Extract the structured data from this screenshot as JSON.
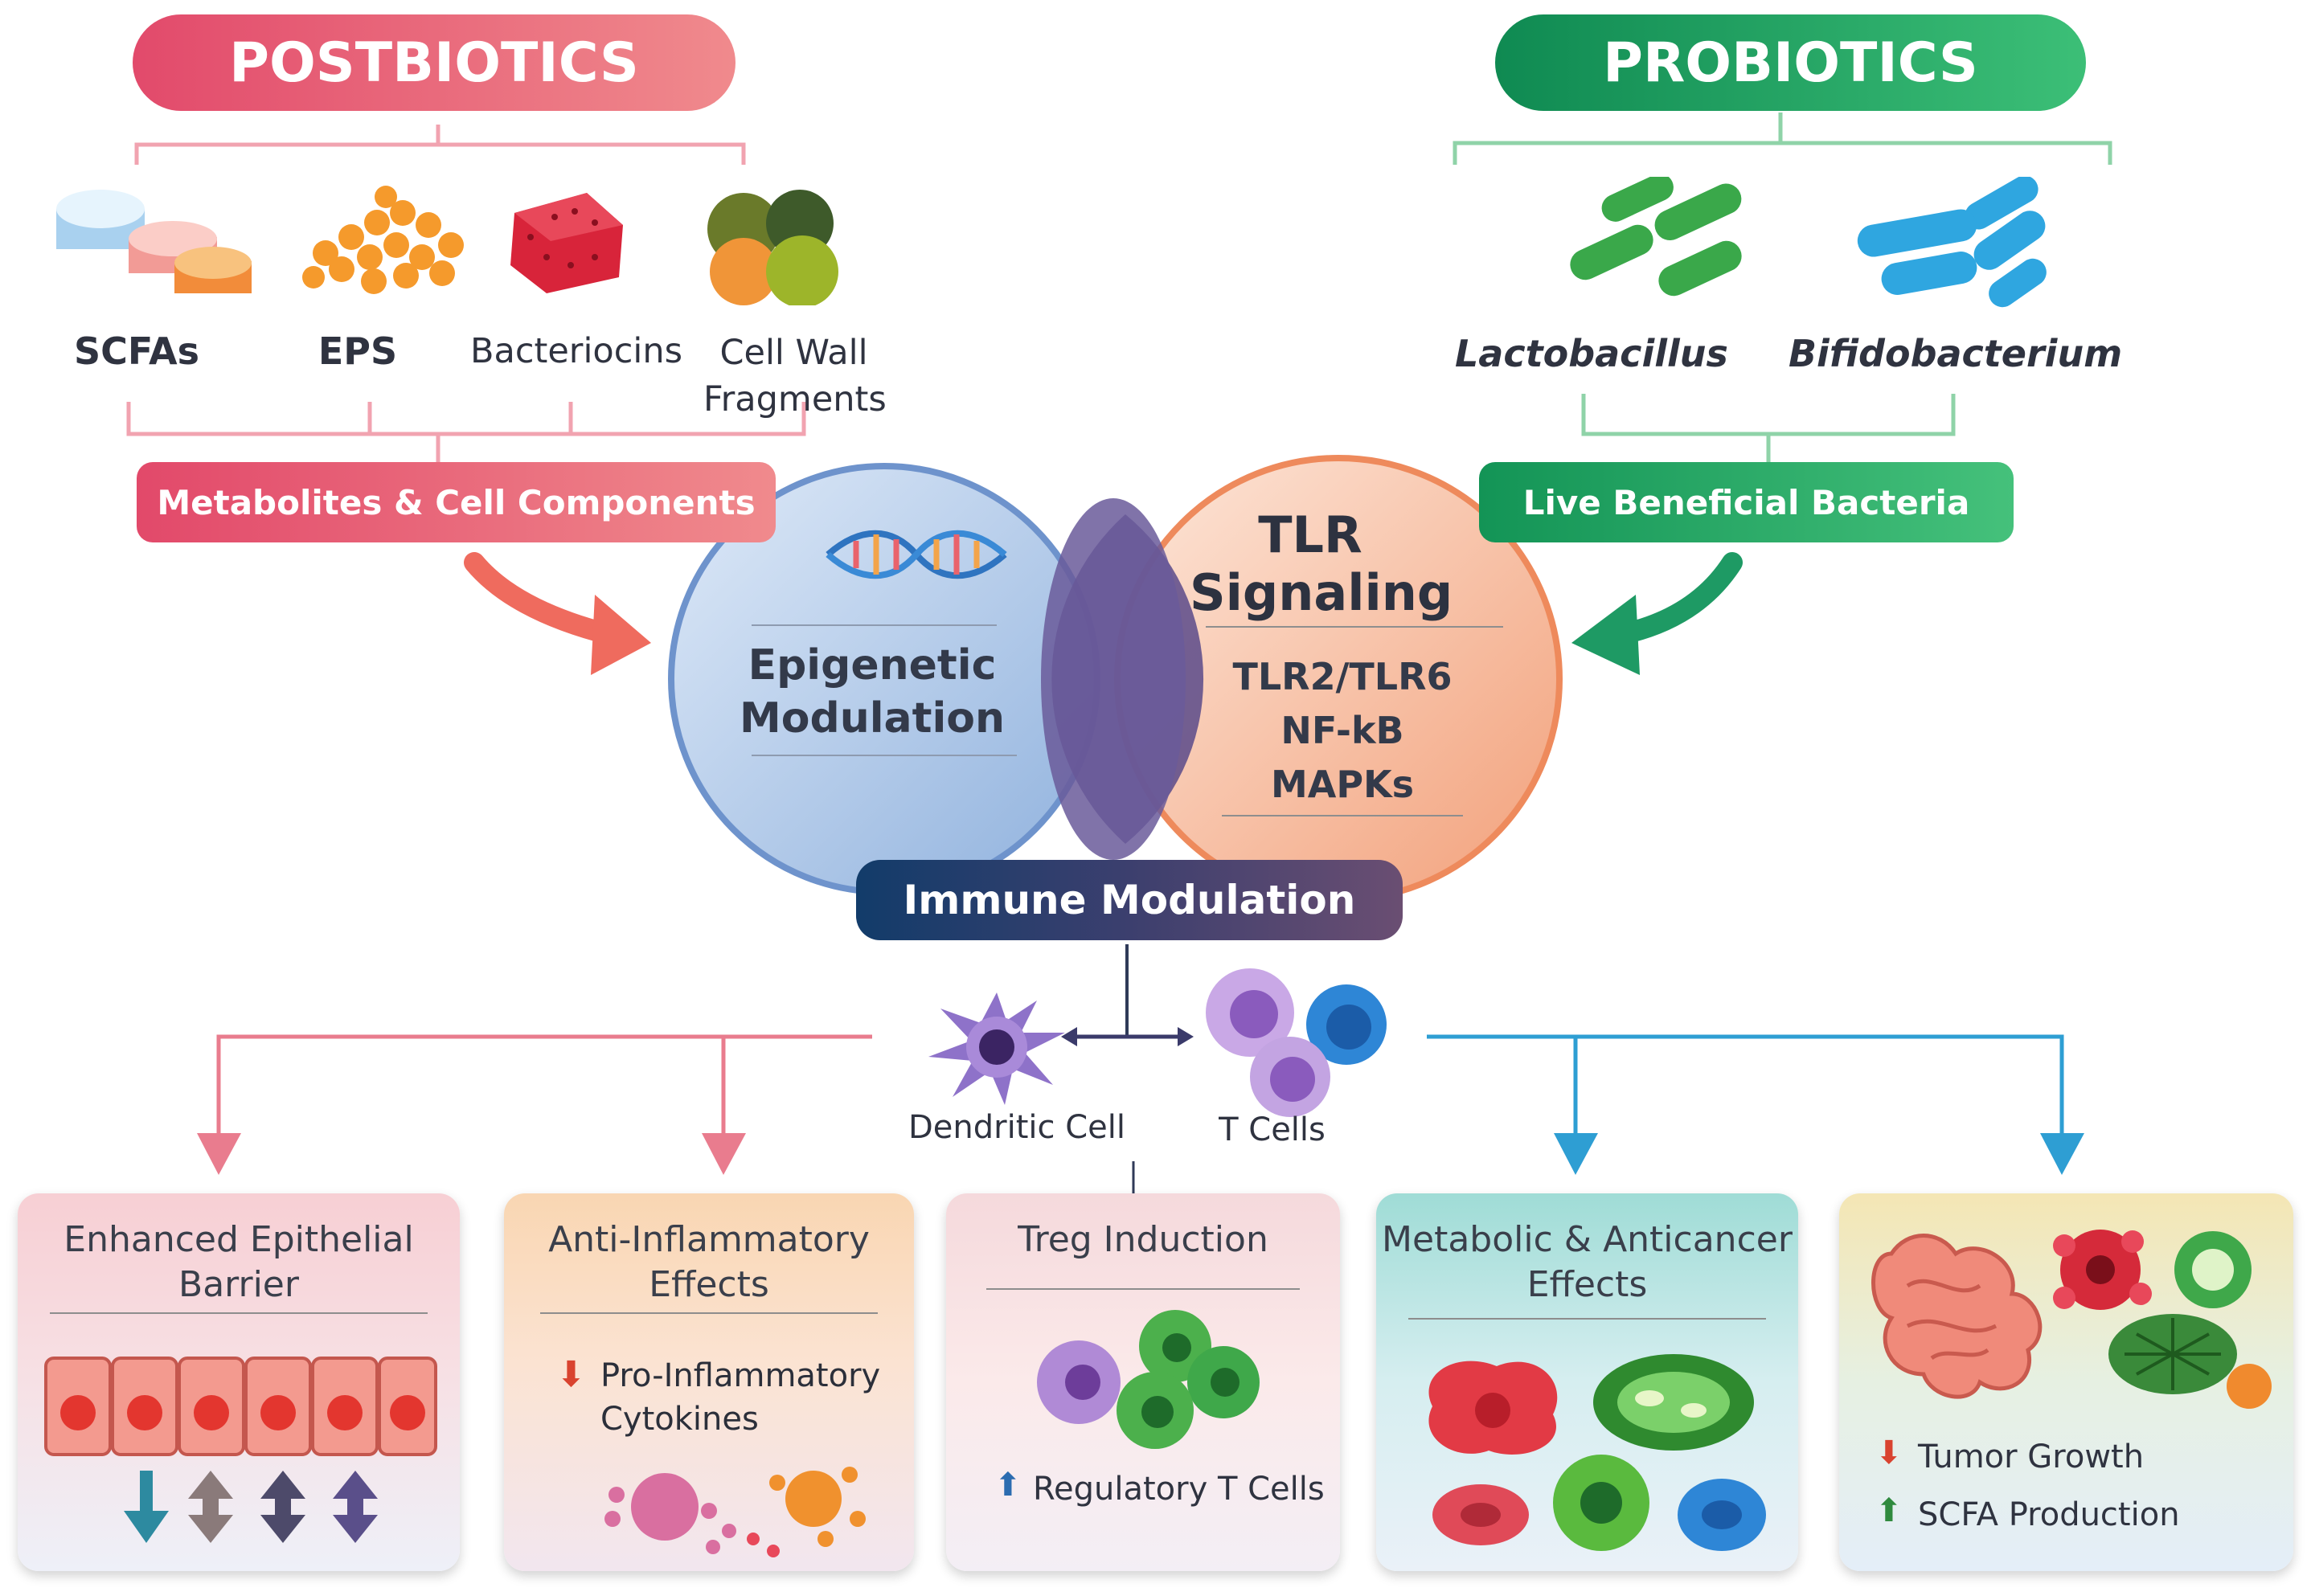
{
  "postbiotics": {
    "title": "POSTBIOTICS",
    "items": [
      "SCFAs",
      "EPS",
      "Bacteriocins",
      "Cell Wall Fragments"
    ],
    "summary": "Metabolites & Cell Components",
    "color": "#e0566f"
  },
  "probiotics": {
    "title": "PROBIOTICS",
    "items": [
      "Lactobacillus",
      "Bifidobacterium"
    ],
    "summary": "Live Beneficial Bacteria",
    "color": "#1f9a5a"
  },
  "center": {
    "left_circle": {
      "label": "Epigenetic Modulation"
    },
    "right_circle": {
      "title": "TLR Signaling",
      "items": [
        "TLR2/TLR6",
        "NF-kB",
        "MAPKs"
      ]
    },
    "bottom_banner": "Immune Modulation"
  },
  "cells": {
    "dendritic": "Dendritic Cell",
    "t_cells": "T Cells"
  },
  "panels": [
    {
      "title": "Enhanced Epithelial Barrier"
    },
    {
      "title": "Anti-Inflammatory Effects",
      "effect": "Pro-Inflammatory Cytokines",
      "direction": "down"
    },
    {
      "title": "Treg Induction",
      "effect": "Regulatory T Cells",
      "direction": "up"
    },
    {
      "title": "Metabolic & Anticancer Effects"
    },
    {
      "effects": [
        {
          "text": "Tumor Growth",
          "direction": "down"
        },
        {
          "text": "SCFA Production",
          "direction": "up"
        }
      ]
    }
  ],
  "icons": [
    "dna-icon",
    "dendritic-cell-icon",
    "t-cell-icon",
    "bacteria-icon",
    "pill-icon"
  ]
}
